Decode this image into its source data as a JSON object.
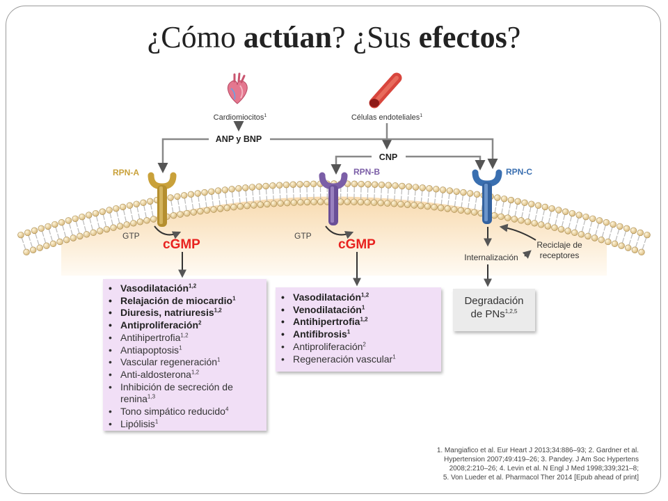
{
  "title": {
    "part1": "¿Cómo ",
    "bold1": "actúan",
    "part2": "? ¿Sus ",
    "bold2": "efectos",
    "part3": "?"
  },
  "diagram": {
    "cardiomyocytes": {
      "label": "Cardiomiocitos",
      "sup": "1"
    },
    "endothelial": {
      "label": "Células endoteliales",
      "sup": "1"
    },
    "anp_bnp": "ANP y BNP",
    "cnp": "CNP",
    "receptors": [
      {
        "label": "RPN-A",
        "color": "#c9a13a"
      },
      {
        "label": "RPN-B",
        "color": "#7b5ea7"
      },
      {
        "label": "RPN-C",
        "color": "#3a6fb0"
      }
    ],
    "gtp": "GTP",
    "cgmp": "cGMP",
    "cgmp_color": "#e8221f",
    "internalization": "Internalización",
    "recycling_line1": "Reciclaje de",
    "recycling_line2": "receptores"
  },
  "effects_a": [
    {
      "text": "Vasodilatación",
      "sup": "1,2",
      "bold": true
    },
    {
      "text": "Relajación de miocardio",
      "sup": "1",
      "bold": true
    },
    {
      "text": "Diuresis, natriuresis",
      "sup": "1,2",
      "bold": true
    },
    {
      "text": "Antiproliferación",
      "sup": "2",
      "bold": true
    },
    {
      "text": "Antihipertrofia",
      "sup": "1,2",
      "bold": false
    },
    {
      "text": "Antiapoptosis",
      "sup": "1",
      "bold": false
    },
    {
      "text": "Vascular regeneración",
      "sup": "1",
      "bold": false
    },
    {
      "text": "Anti-aldosterona",
      "sup": "1,2",
      "bold": false
    },
    {
      "text": "Inhibición de secreción de renina",
      "sup": "1,3",
      "bold": false
    },
    {
      "text": "Tono simpático reducido",
      "sup": "4",
      "bold": false
    },
    {
      "text": "Lipólisis",
      "sup": "1",
      "bold": false
    }
  ],
  "effects_b": [
    {
      "text": "Vasodilatación",
      "sup": "1,2",
      "bold": true
    },
    {
      "text": "Venodilatación",
      "sup": "1",
      "bold": true
    },
    {
      "text": "Antihipertrofia",
      "sup": "1,2",
      "bold": true
    },
    {
      "text": "Antifibrosis",
      "sup": "1",
      "bold": true
    },
    {
      "text": "Antiproliferación",
      "sup": "2",
      "bold": false
    },
    {
      "text": "Regeneración vascular",
      "sup": "1",
      "bold": false
    }
  ],
  "effects_c": {
    "line1": "Degradación",
    "line2": "de PNs",
    "sup": "1,2,5"
  },
  "references": [
    "1. Mangiafico et al. Eur Heart J 2013;34:886–93;  2. Gardner et al.",
    "Hypertension 2007;49:419–26;  3. Pandey. J Am Soc Hypertens",
    "2008;2:210–26;  4. Levin et al. N Engl J Med 1998;339;321–8;",
    "5. Von Lueder et al. Pharmacol Ther 2014 [Epub ahead of print]"
  ]
}
